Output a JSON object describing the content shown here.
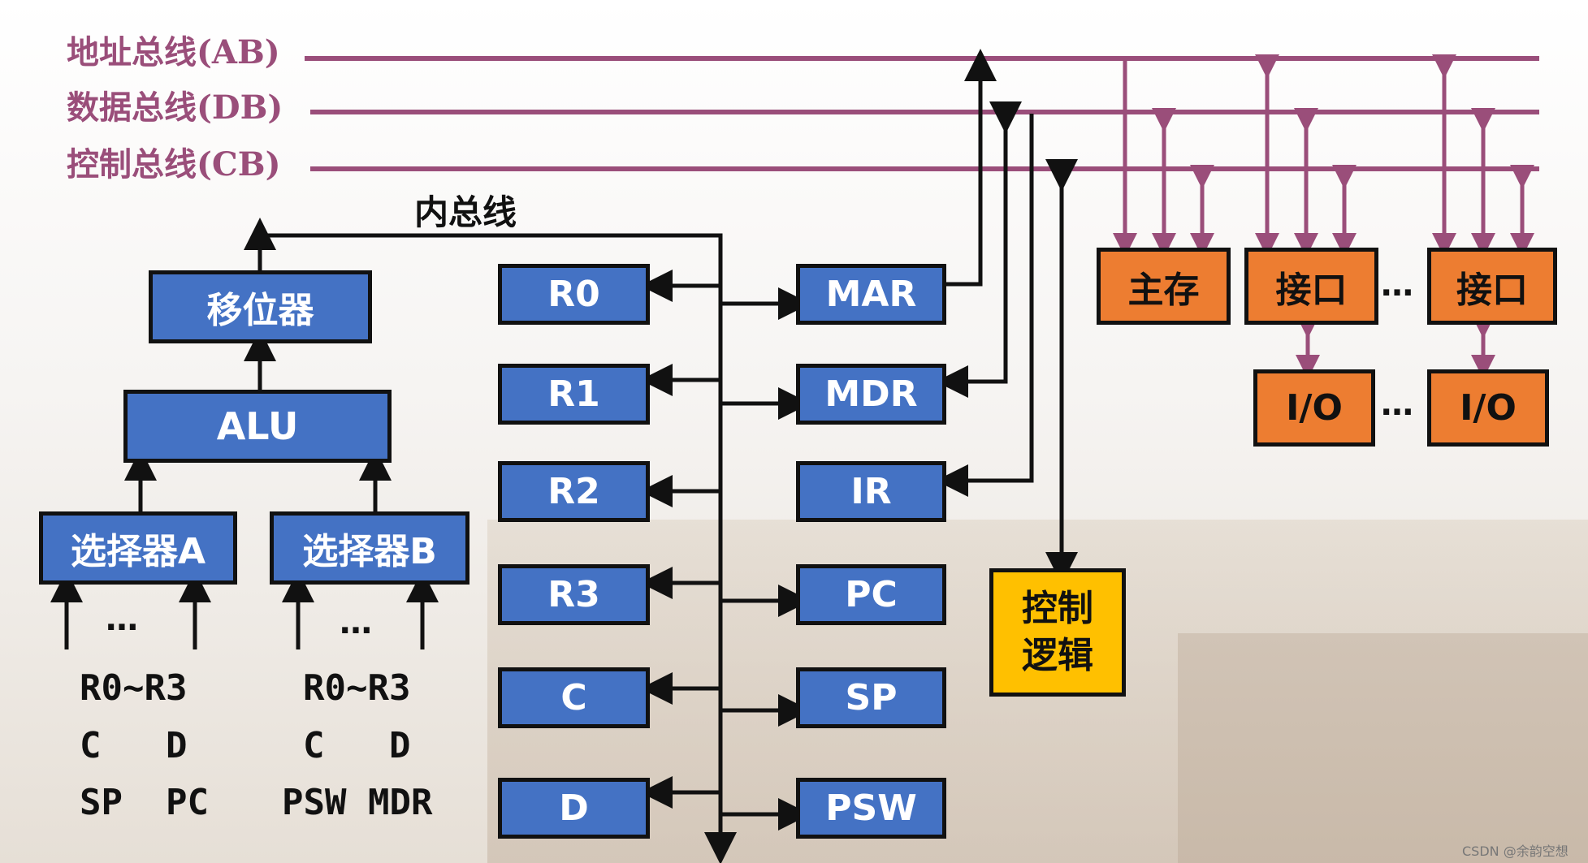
{
  "buses": {
    "address": "地址总线(AB)",
    "data": "数据总线(DB)",
    "control": "控制总线(CB)",
    "internal": "内总线"
  },
  "alu_side": {
    "shifter": "移位器",
    "alu": "ALU",
    "selector_a": "选择器A",
    "selector_b": "选择器B",
    "dots_a": "…",
    "dots_b": "…",
    "inputs_a": [
      "R0~R3",
      "C   D",
      "SP  PC"
    ],
    "inputs_b": [
      "R0~R3",
      "C   D",
      "PSW MDR"
    ]
  },
  "registers_left": [
    "R0",
    "R1",
    "R2",
    "R3",
    "C",
    "D"
  ],
  "registers_right": [
    "MAR",
    "MDR",
    "IR",
    "PC",
    "SP",
    "PSW"
  ],
  "control_logic": "控制\n逻辑",
  "memory": "主存",
  "interface_1": "接口",
  "interface_2": "接口",
  "io_1": "I/O",
  "io_2": "I/O",
  "ellipsis_1": "…",
  "ellipsis_2": "…",
  "watermark": "CSDN @余韵空想",
  "colors": {
    "bus": "#9a4e7a",
    "blue_box": "#4472c4",
    "orange_box": "#ed7d31",
    "yellow_box": "#ffc000"
  }
}
